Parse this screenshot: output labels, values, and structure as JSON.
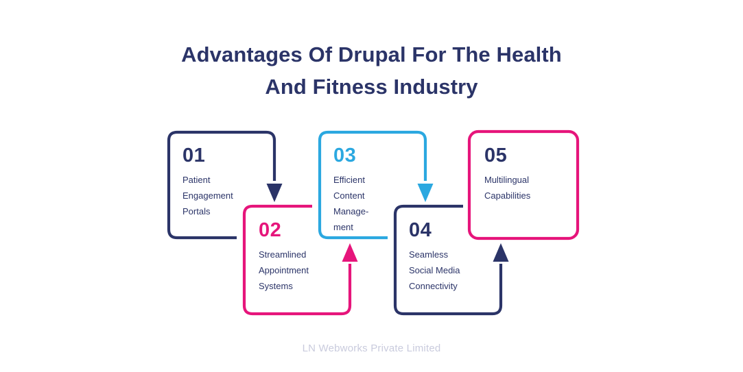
{
  "title": {
    "line1": "Advantages Of Drupal For The Health",
    "line2": "And Fitness Industry"
  },
  "colors": {
    "navy": "#2b3468",
    "pink": "#e6157b",
    "blue": "#2ba8e0",
    "footer_grey": "#c9cbdd",
    "background": "#ffffff"
  },
  "cards": [
    {
      "number": "01",
      "number_color": "#2b3468",
      "border_color": "#2b3468",
      "lines": [
        "Patient",
        "Engagement",
        "Portals"
      ],
      "arrow": "down"
    },
    {
      "number": "02",
      "number_color": "#e6157b",
      "border_color": "#e6157b",
      "lines": [
        "Streamlined",
        "Appointment",
        "Systems"
      ],
      "arrow": "up"
    },
    {
      "number": "03",
      "number_color": "#2ba8e0",
      "border_color": "#2ba8e0",
      "lines": [
        "Efficient",
        "Content",
        "Manage-",
        "ment"
      ],
      "arrow": "down"
    },
    {
      "number": "04",
      "number_color": "#2b3468",
      "border_color": "#2b3468",
      "lines": [
        "Seamless",
        "Social Media",
        "Connectivity"
      ],
      "arrow": "up"
    },
    {
      "number": "05",
      "number_color": "#2b3468",
      "border_color": "#e6157b",
      "lines": [
        "Multilingual",
        "Capabilities"
      ],
      "arrow": "none"
    }
  ],
  "footer": {
    "text": "LN Webworks Private Limited"
  }
}
